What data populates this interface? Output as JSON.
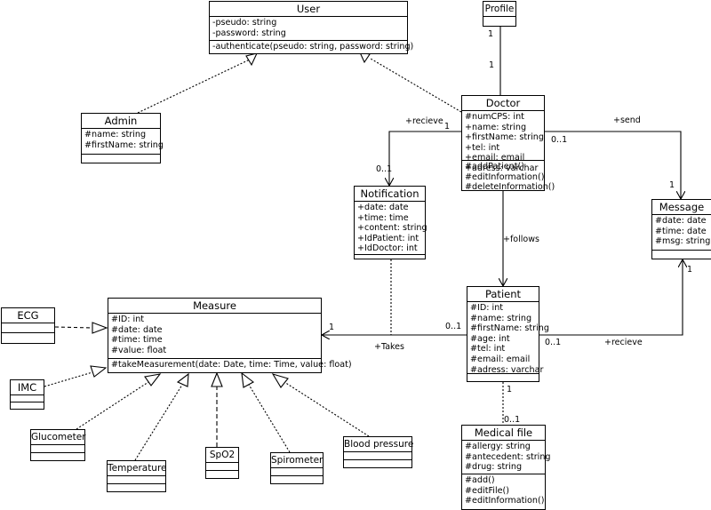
{
  "classes": {
    "user": {
      "name": "User",
      "attributes": [
        "-pseudo: string",
        "-password: string"
      ],
      "methods": [
        "-authenticate(pseudo: string, password: string)"
      ]
    },
    "profile": {
      "name": "Profile"
    },
    "admin": {
      "name": "Admin",
      "attributes": [
        "#name: string",
        "#firstName: string"
      ]
    },
    "doctor": {
      "name": "Doctor",
      "attributes": [
        "#numCPS: int",
        "+name: string",
        "+firstName: string",
        "+tel: int",
        "+email: email",
        "+adress: varchar"
      ],
      "methods": [
        "#addPatient()",
        "#editInformation()",
        "#deleteInformation()"
      ]
    },
    "notification": {
      "name": "Notification",
      "attributes": [
        "+date: date",
        "+time: time",
        "+content: string",
        "+IdPatient: int",
        "+IdDoctor: int"
      ]
    },
    "message": {
      "name": "Message",
      "attributes": [
        "#date: date",
        "#time: date",
        "#msg: string"
      ]
    },
    "patient": {
      "name": "Patient",
      "attributes": [
        "#ID: int",
        "#name: string",
        "#firstName: string",
        "#age: int",
        "#tel: int",
        "#email: email",
        "#adress: varchar"
      ]
    },
    "measure": {
      "name": "Measure",
      "attributes": [
        "#ID: int",
        "#date: date",
        "#time: time",
        "#value: float"
      ],
      "methods": [
        "#takeMeasurement(date: Date, time: Time, value: float)"
      ]
    },
    "ecg": {
      "name": "ECG"
    },
    "imc": {
      "name": "IMC"
    },
    "glucometer": {
      "name": "Glucometer"
    },
    "temperature": {
      "name": "Temperature"
    },
    "spo2": {
      "name": "SpO2"
    },
    "spirometer": {
      "name": "Spirometer"
    },
    "blood_pressure": {
      "name": "Blood pressure"
    },
    "medical_file": {
      "name": "Medical file",
      "attributes": [
        "#allergy: string",
        "#antecedent: string",
        "#drug: string"
      ],
      "methods": [
        "#add()",
        "#editFile()",
        "#editInformation()"
      ]
    }
  },
  "labels": {
    "profile_doctor_top": "1",
    "profile_doctor_bottom": "1",
    "recieve_notification": "+recieve",
    "recieve_notification_doctor_mult": "1",
    "recieve_notification_notif_mult": "0..1",
    "send": "+send",
    "send_doctor_mult": "0..1",
    "send_message_mult": "1",
    "follows": "+follows",
    "takes": "+Takes",
    "takes_measure_mult": "1",
    "takes_patient_mult": "0..1",
    "recieve_message": "+recieve",
    "recieve_message_patient_mult": "0..1",
    "recieve_message_message_mult": "1",
    "medical_patient_mult": "1",
    "medical_file_mult": "0..1"
  }
}
